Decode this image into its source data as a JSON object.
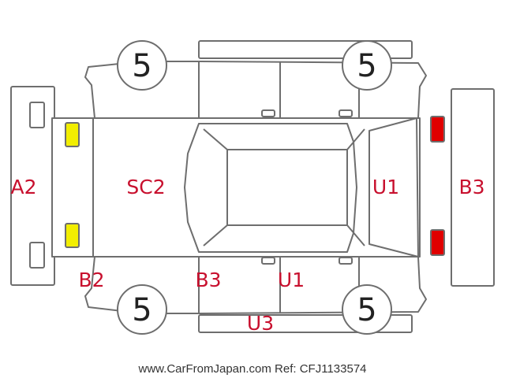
{
  "colors": {
    "code_text": "#c8102e",
    "outline": "#6e6e6e",
    "front_lamp": "#f2ee00",
    "rear_lamp": "#e00000",
    "wheel_text": "#222222"
  },
  "wheel_labels": {
    "front_left": "5",
    "rear_left": "5",
    "front_right": "5",
    "rear_right": "5"
  },
  "damage_codes": {
    "front_bumper": "A2",
    "hood": "SC2",
    "rear_bumper": "B3",
    "rear_glass": "U1",
    "front_left_fender": "B2",
    "left_a_pillar": "B3",
    "left_door": "U1",
    "left_sill": "U3"
  },
  "footer": {
    "text": "www.CarFromJapan.com Ref: CFJ1133574"
  }
}
